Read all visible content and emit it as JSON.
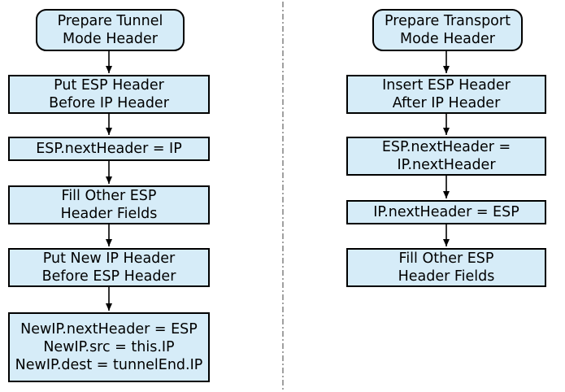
{
  "styles": {
    "node_fill": "#d6ecf8",
    "node_border": "#000000",
    "text_color": "#000000",
    "arrow_color": "#000000",
    "divider_color": "#6e6e6e"
  },
  "left_flow": {
    "nodes": [
      {
        "shape": "rounded",
        "label": "Prepare Tunnel\nMode Header"
      },
      {
        "shape": "rect",
        "label": "Put ESP Header\nBefore IP Header"
      },
      {
        "shape": "rect",
        "label": "ESP.nextHeader = IP"
      },
      {
        "shape": "rect",
        "label": "Fill Other ESP\nHeader Fields"
      },
      {
        "shape": "rect",
        "label": "Put New IP Header\nBefore ESP Header"
      },
      {
        "shape": "rect",
        "label": "NewIP.nextHeader = ESP\nNewIP.src = this.IP\nNewIP.dest = tunnelEnd.IP"
      }
    ]
  },
  "right_flow": {
    "nodes": [
      {
        "shape": "rounded",
        "label": "Prepare Transport\nMode Header"
      },
      {
        "shape": "rect",
        "label": "Insert ESP Header\nAfter IP Header"
      },
      {
        "shape": "rect",
        "label": "ESP.nextHeader =\nIP.nextHeader"
      },
      {
        "shape": "rect",
        "label": "IP.nextHeader = ESP"
      },
      {
        "shape": "rect",
        "label": "Fill Other ESP\nHeader Fields"
      }
    ]
  }
}
